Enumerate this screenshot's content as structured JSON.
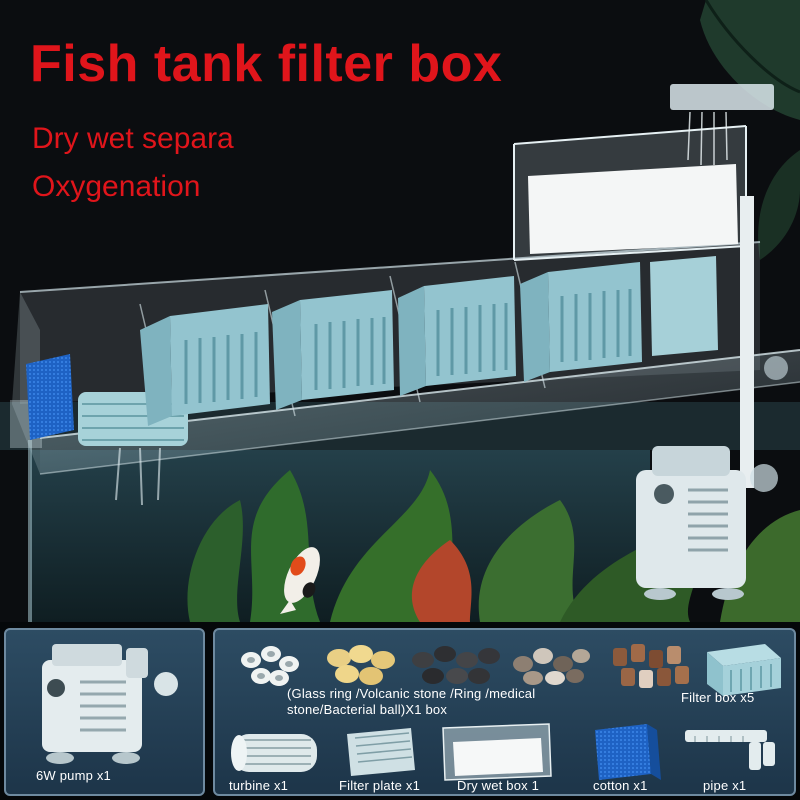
{
  "headline": "Fish tank filter box",
  "features": [
    "Dry wet separa",
    "Oxygenation"
  ],
  "accessories": {
    "pump": "6W pump x1",
    "media": "(Glass ring /Volcanic stone /Ring /medical stone/Bacterial ball)X1 box",
    "filter_box": "Filter box x5",
    "turbine": "turbine x1",
    "filter_plate": "Filter plate x1",
    "dry_wet_box": "Dry wet box 1",
    "cotton": "cotton x1",
    "pipe": "pipe x1"
  },
  "colors": {
    "headline": "#e0151b",
    "panel_background": "#2b4a61",
    "panel_border": "#6e8aa0",
    "filter_module": "#93c4cf",
    "sponge": "#1e62c4"
  },
  "icons": [
    "plant-leaf-icon",
    "koi-fish-icon",
    "water-pump-icon",
    "glass-ring-icon",
    "volcanic-stone-icon",
    "medical-stone-icon",
    "bacterial-ball-icon",
    "filter-box-icon",
    "turbine-icon",
    "filter-plate-icon",
    "dry-wet-box-icon",
    "sponge-icon",
    "pipe-icon"
  ]
}
